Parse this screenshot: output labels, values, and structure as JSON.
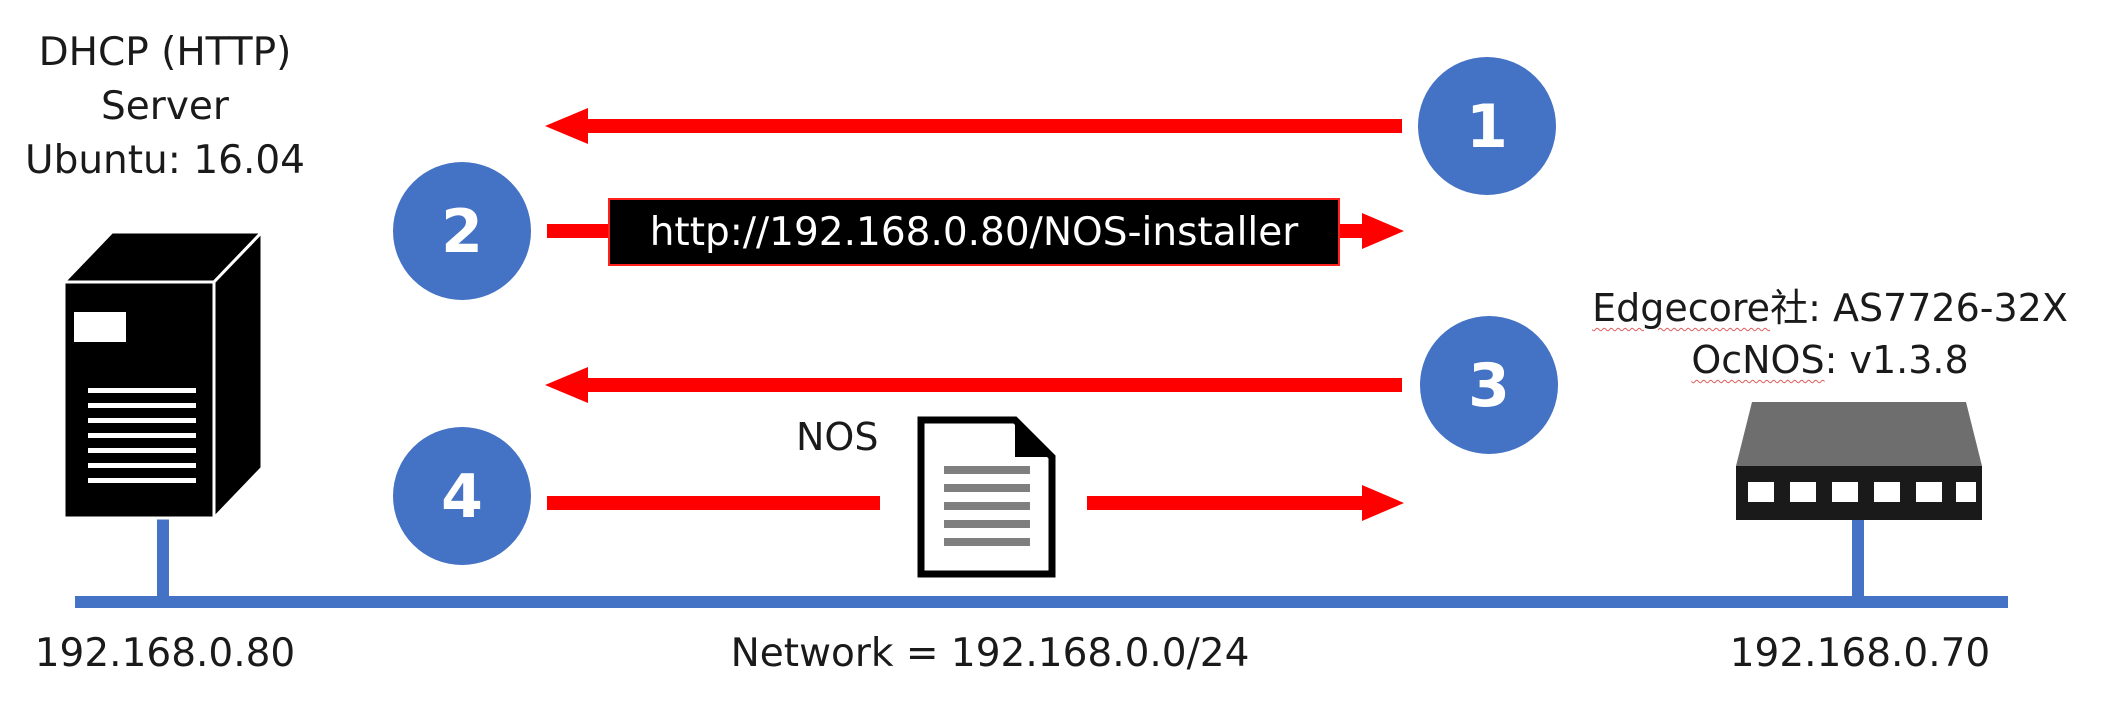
{
  "server": {
    "line1": "DHCP (HTTP)",
    "line2": "Server",
    "line3": "Ubuntu: 16.04",
    "ip": "192.168.0.80"
  },
  "switch": {
    "vendor_prefix": "Edgecore",
    "vendor_suffix": "社: AS7726-32X",
    "os_prefix": "OcNOS",
    "os_suffix": ": v1.3.8",
    "ip": "192.168.0.70"
  },
  "network": {
    "label": "Network = 192.168.0.0/24"
  },
  "steps": {
    "s1": "1",
    "s2": "2",
    "s3": "3",
    "s4": "4"
  },
  "url_label": "http://192.168.0.80/NOS-installer",
  "nos_label": "NOS",
  "colors": {
    "arrow": "#ff0000",
    "circle": "#4472c4",
    "network_line": "#4472c4",
    "url_box_bg": "#000000",
    "url_box_border": "#ff2020"
  },
  "icons": {
    "server": "server-tower-icon",
    "switch": "network-switch-icon",
    "document": "document-icon"
  }
}
